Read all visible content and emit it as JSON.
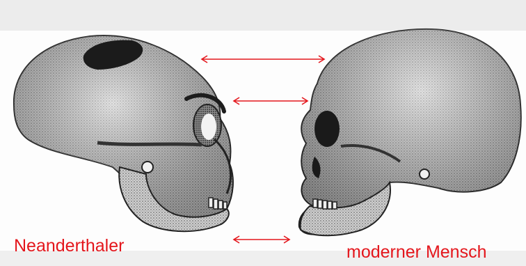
{
  "labels": {
    "left": "Neanderthaler",
    "right": "moderner Mensch"
  },
  "colors": {
    "label": "#e4161c",
    "arrow": "#e4161c",
    "bone_light": "#d6d6d6",
    "bone_dark": "#2a2a2a"
  },
  "icons": [
    "neanderthal-skull",
    "modern-human-skull",
    "double-arrow"
  ]
}
